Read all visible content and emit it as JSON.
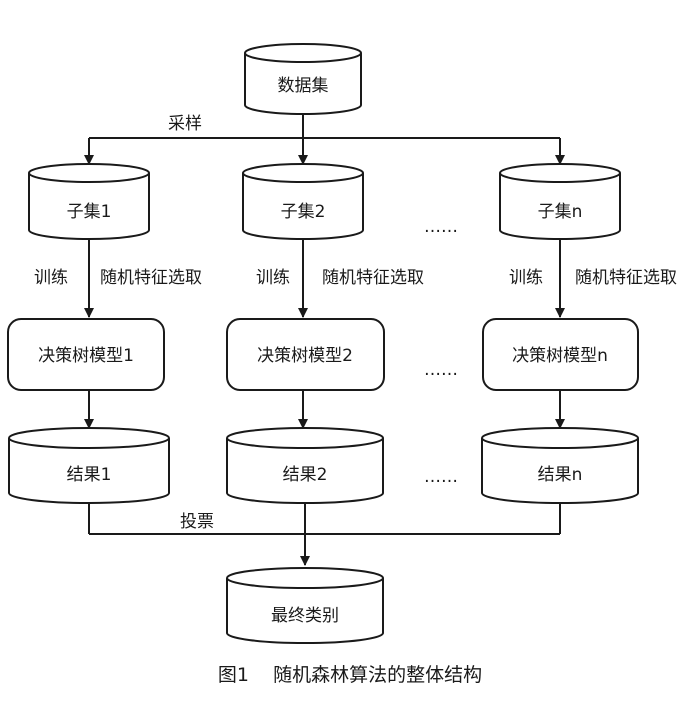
{
  "nodes": {
    "dataset": "数据集",
    "subset1": "子集1",
    "subset2": "子集2",
    "subsetn": "子集n",
    "model1": "决策树模型1",
    "model2": "决策树模型2",
    "modeln": "决策树模型n",
    "result1": "结果1",
    "result2": "结果2",
    "resultn": "结果n",
    "final": "最终类别"
  },
  "edges": {
    "sampling": "采样",
    "train": "训练",
    "feature_select": "随机特征选取",
    "vote": "投票"
  },
  "ellipsis": "……",
  "caption": "图1    随机森林算法的整体结构"
}
